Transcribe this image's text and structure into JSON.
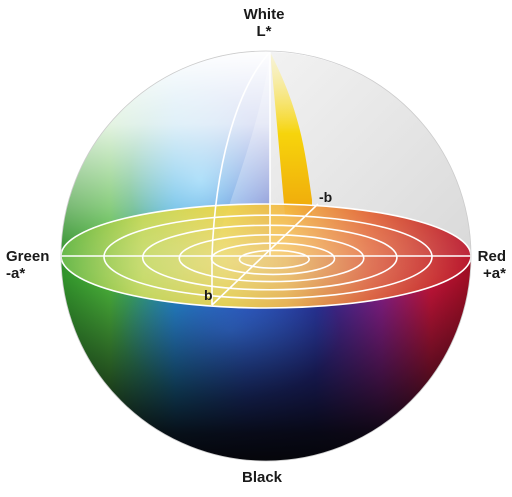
{
  "labels": {
    "top_line1": "White",
    "top_line2": "L*",
    "left_line1": "Green",
    "left_line2": "-a*",
    "right_line1": "Red",
    "right_line2": "+a*",
    "bottom": "Black",
    "minus_b": "-b",
    "b": "b"
  },
  "colors": {
    "white": "#ffffff",
    "black": "#0a0a12",
    "green": "#3aa335",
    "red": "#c0102a",
    "blue": "#1a3fb0",
    "yellow": "#f7d300",
    "cyan": "#4ab8e6",
    "magenta": "#b0207a",
    "grid_line": "#ffffff"
  }
}
